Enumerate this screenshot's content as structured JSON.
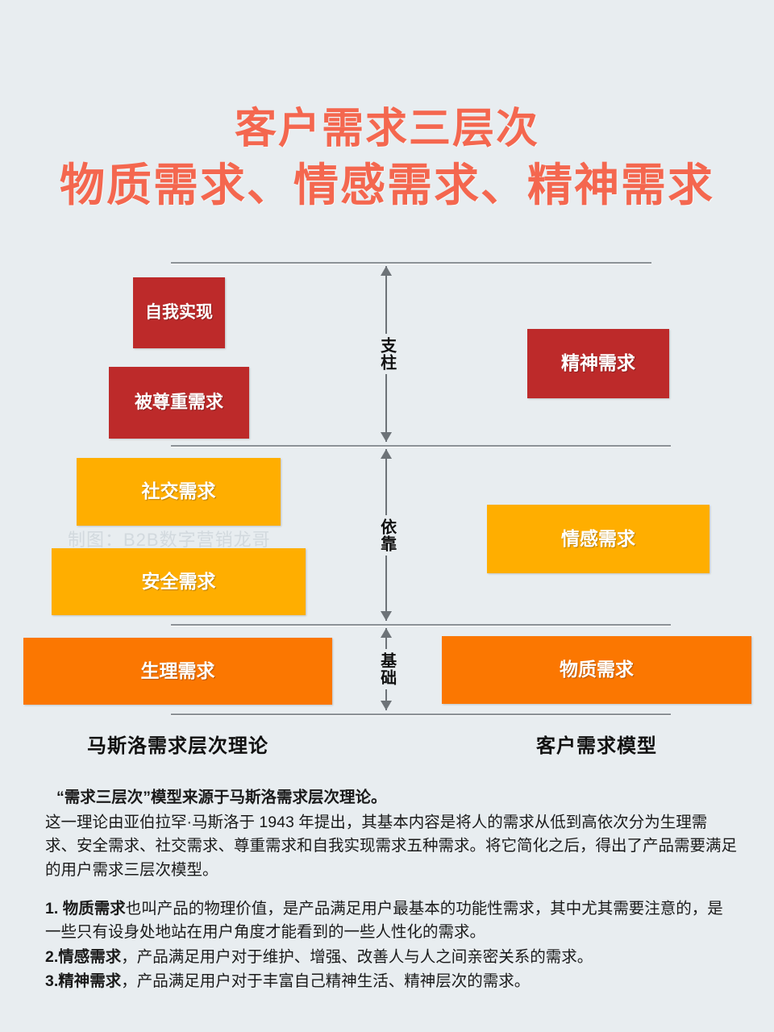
{
  "title": {
    "line1": "客户需求三层次",
    "line2": "物质需求、情感需求、精神需求",
    "color": "#f4674f"
  },
  "diagram": {
    "watermark": "制图：B2B数字营销龙哥",
    "left_caption": "马斯洛需求层次理论",
    "right_caption": "客户需求模型",
    "maslow_levels": [
      {
        "label": "自我实现",
        "color": "#bd2a2a"
      },
      {
        "label": "被尊重需求",
        "color": "#bd2a2a"
      },
      {
        "label": "社交需求",
        "color": "#ffae00"
      },
      {
        "label": "安全需求",
        "color": "#ffae00"
      },
      {
        "label": "生理需求",
        "color": "#fb7701"
      }
    ],
    "customer_levels": [
      {
        "label": "精神需求",
        "color": "#bd2a2a"
      },
      {
        "label": "情感需求",
        "color": "#ffae00"
      },
      {
        "label": "物质需求",
        "color": "#fb7701"
      }
    ],
    "relations": [
      {
        "label": "支柱"
      },
      {
        "label": "依靠"
      },
      {
        "label": "基础"
      }
    ]
  },
  "body": {
    "lead": "“需求三层次”模型来源于马斯洛需求层次理论。",
    "paragraph": "这一理论由亚伯拉罕·马斯洛于 1943 年提出，其基本内容是将人的需求从低到高依次分为生理需求、安全需求、社交需求、尊重需求和自我实现需求五种需求。将它简化之后，得出了产品需要满足的用户需求三层次模型。",
    "items": [
      {
        "num": "1.",
        "term": "物质需求",
        "text": "也叫产品的物理价值，是产品满足用户最基本的功能性需求，其中尤其需要注意的，是一些只有设身处地站在用户角度才能看到的一些人性化的需求。"
      },
      {
        "num": "2.",
        "term": "情感需求",
        "text": "，产品满足用户对于维护、增强、改善人与人之间亲密关系的需求。"
      },
      {
        "num": "3.",
        "term": "精神需求",
        "text": "，产品满足用户对于丰富自己精神生活、精神层次的需求。"
      }
    ]
  }
}
